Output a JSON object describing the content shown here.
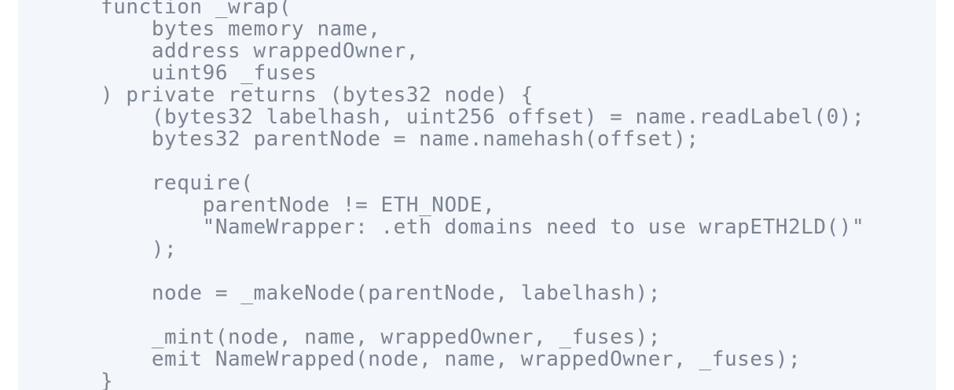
{
  "code_block": {
    "lines": [
      "function _wrap(",
      "    bytes memory name,",
      "    address wrappedOwner,",
      "    uint96 _fuses",
      ") private returns (bytes32 node) {",
      "    (bytes32 labelhash, uint256 offset) = name.readLabel(0);",
      "    bytes32 parentNode = name.namehash(offset);",
      "",
      "    require(",
      "        parentNode != ETH_NODE,",
      "        \"NameWrapper: .eth domains need to use wrapETH2LD()\"",
      "    );",
      "",
      "    node = _makeNode(parentNode, labelhash);",
      "",
      "    _mint(node, name, wrappedOwner, _fuses);",
      "    emit NameWrapped(node, name, wrappedOwner, _fuses);",
      "}"
    ],
    "colors": {
      "page_background": "#ffffff",
      "panel_background": "#f3f6fa",
      "code_text": "#7b8492"
    }
  }
}
